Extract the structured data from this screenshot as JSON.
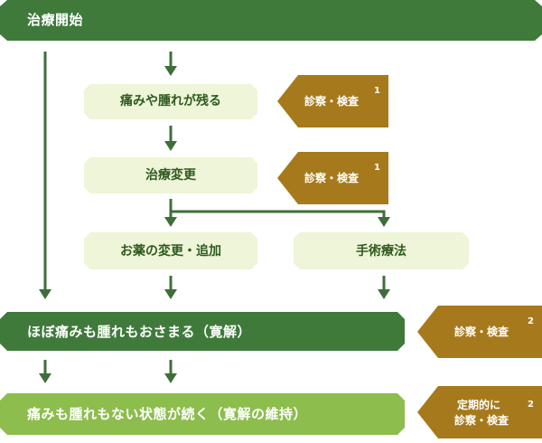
{
  "colors": {
    "dark_green": "#3f7a3b",
    "light_green": "#8cbd4d",
    "pale_box": "#eef5d8",
    "gold": "#a67a1c",
    "arrow": "#3f6e3a",
    "box_text": "#2e5a1f"
  },
  "header": {
    "title": "治療開始"
  },
  "boxes": {
    "pain_remains": "痛みや腫れが残る",
    "treatment_change": "治療変更",
    "drug_change": "お薬の変更・追加",
    "surgery": "手術療法"
  },
  "tags": {
    "exam1": {
      "label": "診察・検査",
      "note": "1"
    },
    "exam2": {
      "label": "診察・検査",
      "note": "1"
    },
    "exam3": {
      "label": "診察・検査",
      "note": "2"
    },
    "exam4": {
      "line1": "定期的に",
      "line2": "診察・検査",
      "note": "2"
    }
  },
  "bars": {
    "remission": "ほぼ痛みも腫れもおさまる（寛解）",
    "maintain": "痛みも腫れもない状態が続く（寛解の維持）"
  }
}
